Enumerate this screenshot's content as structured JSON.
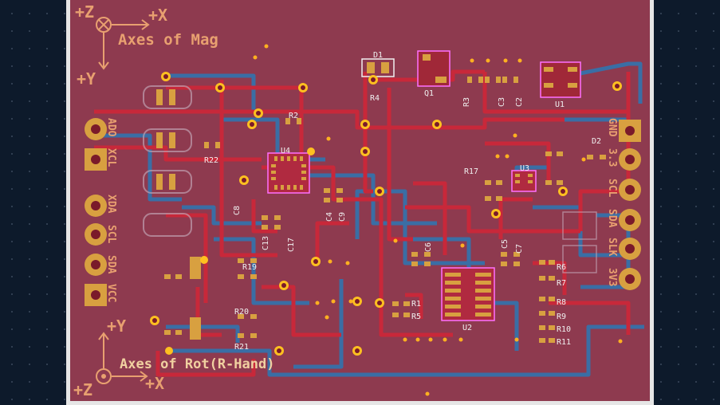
{
  "colors": {
    "background": "#0d1a2b",
    "board": "#8e3a4f",
    "copper_front": "#c8283a",
    "copper_back": "#3a6ea5",
    "silk": "#e8a070",
    "pad": "#d8a040",
    "via": "#ffc020",
    "courtyard": "#ff6fff"
  },
  "silkscreen": {
    "mag_axes_title": "Axes of Mag",
    "mag_plus_z": "+Z",
    "mag_plus_x": "+X",
    "mag_plus_y": "+Y",
    "rot_axes_title": "Axes of Rot(R-Hand)",
    "rot_plus_y": "+Y",
    "rot_plus_z": "+Z",
    "rot_plus_x": "+X"
  },
  "left_header": [
    "ADO",
    "XCL",
    "XDA",
    "SCL",
    "SDA",
    "VCC"
  ],
  "left_header_rot": [
    "ADO",
    "XCL",
    "XDA",
    "SCL",
    "SDA",
    "VCC"
  ],
  "right_header": [
    "GND",
    "3.3",
    "SCL",
    "SDA",
    "SLK",
    "3V3"
  ],
  "refs": {
    "d1": "D1",
    "r4": "R4",
    "q1": "Q1",
    "r3": "R3",
    "c3": "C3",
    "c2": "C2",
    "u1": "U1",
    "r2": "R2",
    "r22": "R22",
    "u4": "U4",
    "d2": "D2",
    "r17": "R17",
    "u3": "U3",
    "r7": "R7",
    "r6": "R6",
    "r8": "R8",
    "r10": "R10",
    "r11": "R11",
    "r9": "R9",
    "u2": "U2",
    "r1": "R1",
    "r5": "R5",
    "c6": "C6",
    "c5": "C5",
    "c7": "C7",
    "c13": "C13",
    "c17": "C17",
    "c8": "C8",
    "r19": "R19",
    "r20": "R20",
    "r21": "R21",
    "c4": "C4",
    "c9": "C9"
  }
}
